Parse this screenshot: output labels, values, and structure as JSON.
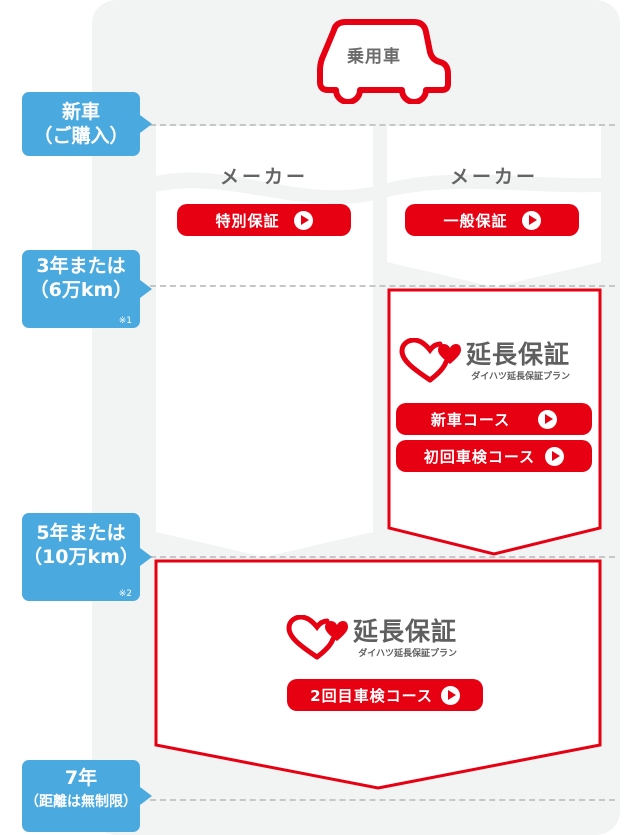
{
  "vehicle": {
    "label": "乗用車",
    "icon": "car-outline-icon"
  },
  "timeline": [
    {
      "line1": "新車",
      "line2": "（ご購入）",
      "note": ""
    },
    {
      "line1": "3年または",
      "line2": "（6万km）",
      "note": "※1"
    },
    {
      "line1": "5年または",
      "line2": "（10万km）",
      "note": "※2"
    },
    {
      "line1": "7年",
      "line2": "（距離は無制限）",
      "note": ""
    }
  ],
  "columns": [
    {
      "header": "メーカー",
      "button": "特別保証"
    },
    {
      "header": "メーカー",
      "button": "一般保証"
    }
  ],
  "extended_plan_1": {
    "logo_title": "延長保証",
    "logo_sub": "ダイハツ延長保証プラン",
    "buttons": [
      "新車コース",
      "初回車検コース"
    ]
  },
  "extended_plan_2": {
    "logo_title": "延長保証",
    "logo_sub": "ダイハツ延長保証プラン",
    "buttons": [
      "2回目車検コース"
    ]
  },
  "colors": {
    "brand_red": "#e60012",
    "timeline_blue": "#4aa9df",
    "panel_gray": "#f2f3f3",
    "text_gray": "#646464"
  }
}
